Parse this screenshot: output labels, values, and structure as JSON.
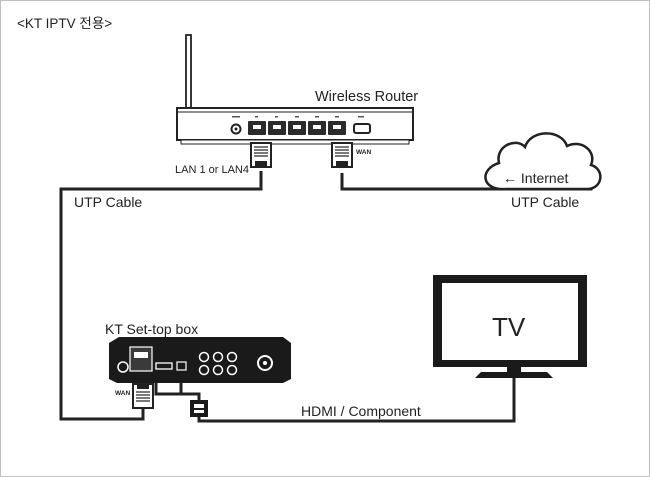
{
  "header": {
    "title": "<KT IPTV 전용>"
  },
  "devices": {
    "router": {
      "label": "Wireless Router",
      "port_label": "LAN 1 or LAN4",
      "wan_label": "WAN"
    },
    "settop": {
      "label": "KT Set-top box",
      "wan_label": "WAN"
    },
    "tv": {
      "label": "TV"
    }
  },
  "connections": {
    "utp_left": "UTP Cable",
    "utp_right": "UTP Cable",
    "internet": "← Internet",
    "hdmi": "HDMI / Component"
  },
  "colors": {
    "line": "#222222",
    "port": "#2b2b2b",
    "background": "#ffffff"
  }
}
